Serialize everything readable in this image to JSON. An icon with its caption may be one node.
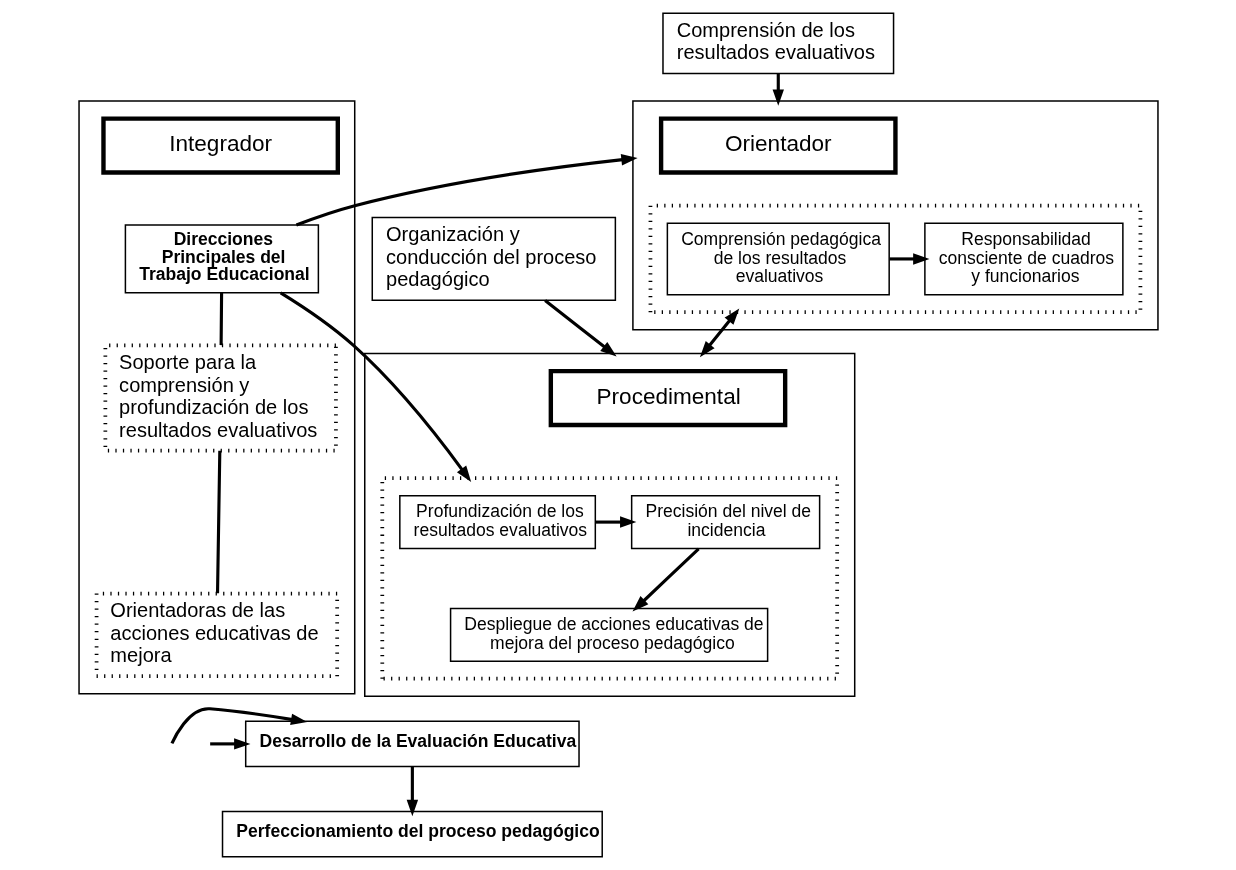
{
  "diagram": {
    "nodes": [
      {
        "text": [
          "Comprensión de los resultados evaluativos"
        ]
      },
      {
        "text": [
          "Organización y conducción del proceso pedagógico"
        ]
      },
      {
        "text": [],
        "shape": "box"
      },
      {
        "text": [
          "Orientador"
        ],
        "in": 2
      },
      {
        "text": [],
        "shape": "box",
        "in": 2
      },
      {
        "text": [
          "Comprensión pedagógica de los resultados evaluativos"
        ],
        "in": 4
      },
      {
        "text": [
          "Responsabilidad consciente de cuadros y funcionarios"
        ],
        "in": 4
      },
      {
        "text": [],
        "shape": "box"
      },
      {
        "text": [
          "Procedimental"
        ],
        "in": 7
      },
      {
        "text": [],
        "shape": "box",
        "in": 7
      },
      {
        "text": [
          "Profundización de los resultados evaluativos"
        ],
        "in": 9
      },
      {
        "text": [
          "Precisión del nivel de incidencia"
        ],
        "in": 9
      },
      {
        "text": [
          "Despliegue de acciones educativas de mejora del proceso pedagógico"
        ],
        "in": 9
      },
      {
        "text": [],
        "shape": "box"
      },
      {
        "text": [
          "Integrador"
        ],
        "in": 13
      },
      {
        "text": [
          "Direcciones Principales del Trabajo Educacional"
        ],
        "in": 13
      },
      {
        "text": [
          "Soporte para la comprensión y profundización de los resultados evaluativos"
        ],
        "in": 13
      },
      {
        "text": [
          "Orientadoras de las acciones educativas de mejora"
        ],
        "in": 13
      },
      {
        "text": [
          "Desarrollo de la Evaluación Educativa"
        ]
      },
      {
        "text": [
          "Perfeccionamiento del proceso pedagógico"
        ]
      }
    ],
    "edges": [
      {
        "from": 0,
        "to": 2,
        "arrow": "to"
      },
      {
        "from": 1,
        "to": 7,
        "arrow": "to"
      },
      {
        "from": null,
        "to": 18,
        "arrow": "to"
      },
      {
        "from": 5,
        "to": 6,
        "arrow": "to"
      },
      {
        "from": 4,
        "to": 7,
        "arrow": "both"
      },
      {
        "from": 10,
        "to": 11,
        "arrow": "to"
      },
      {
        "from": 11,
        "to": 12,
        "arrow": "to"
      },
      {
        "from": 15,
        "to": 2,
        "arrow": "to"
      },
      {
        "from": 15,
        "to": 9,
        "arrow": "to"
      },
      {
        "from": 15,
        "to": 16,
        "arrow": "none"
      },
      {
        "from": 16,
        "to": 17,
        "arrow": "none"
      },
      {
        "from": null,
        "to": 18,
        "arrow": "to"
      },
      {
        "from": 18,
        "to": 19,
        "arrow": "to"
      }
    ]
  }
}
